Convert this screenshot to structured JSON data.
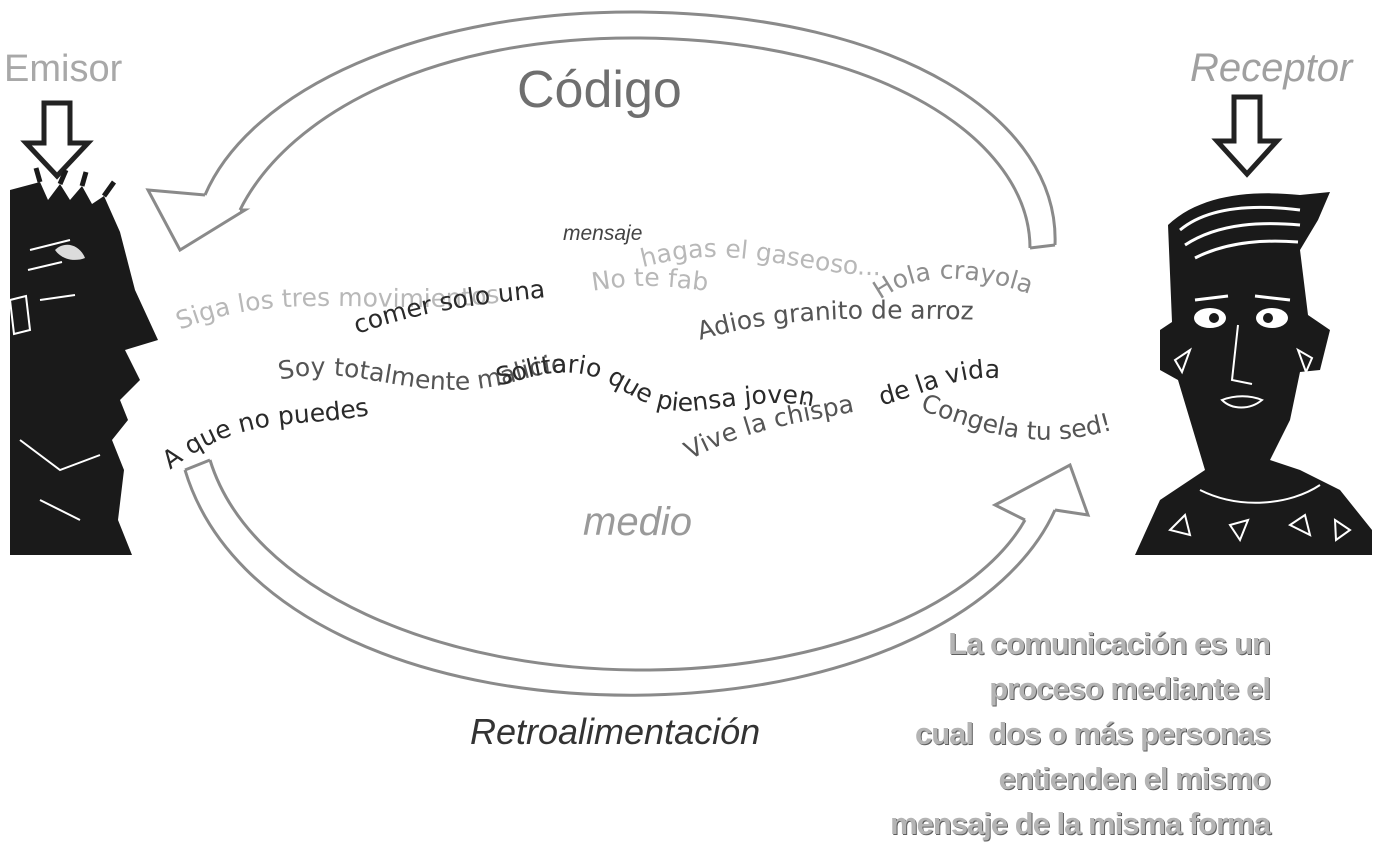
{
  "labels": {
    "emisor": "Emisor",
    "receptor": "Receptor",
    "codigo": "Código",
    "mensaje": "mensaje",
    "medio": "medio",
    "retroalimentacion": "Retroalimentación"
  },
  "messages": [
    "Siga los tres movimientos",
    "hagas el gaseoso...",
    "Hola crayola",
    "comer solo una",
    "No te fab...",
    "Adios granito de arroz",
    "Soy totalmente malicio",
    "Solitario que piensa joven",
    "de la vida",
    "A que no puedes",
    "Vive la chispa",
    "Congela tu sed!"
  ],
  "definition": [
    "La comunicación es un",
    "proceso mediante el",
    "cual  dos o más personas",
    "entienden el mismo",
    "mensaje de la misma forma"
  ],
  "colors": {
    "arrow_outline": "#8a8a8a",
    "person_fill": "#1a1a1a",
    "label_gray": "#a8a8a8",
    "text_dark": "#333333"
  }
}
